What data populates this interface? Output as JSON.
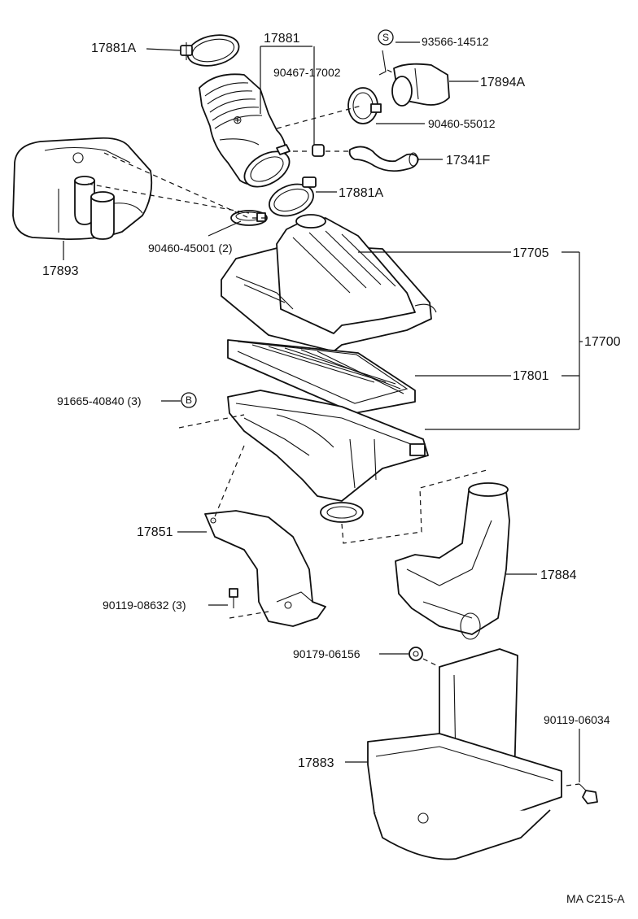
{
  "parts": {
    "p17881A_top": "17881A",
    "p17881": "17881",
    "p93566": "93566-14512",
    "p90467": "90467-17002",
    "p17894A": "17894A",
    "p90460_55012": "90460-55012",
    "p17341F": "17341F",
    "p17881A_mid": "17881A",
    "p17893": "17893",
    "p90460_45001": "90460-45001 (2)",
    "p17705": "17705",
    "p17700": "17700",
    "p17801": "17801",
    "p91665": "91665-40840 (3)",
    "p17851": "17851",
    "p17884": "17884",
    "p90119_08632": "90119-08632 (3)",
    "p90179": "90179-06156",
    "p90119_06034": "90119-06034",
    "p17883": "17883"
  },
  "symbols": {
    "s": "S",
    "b": "B"
  },
  "footer": {
    "code": "MA C215-A"
  }
}
